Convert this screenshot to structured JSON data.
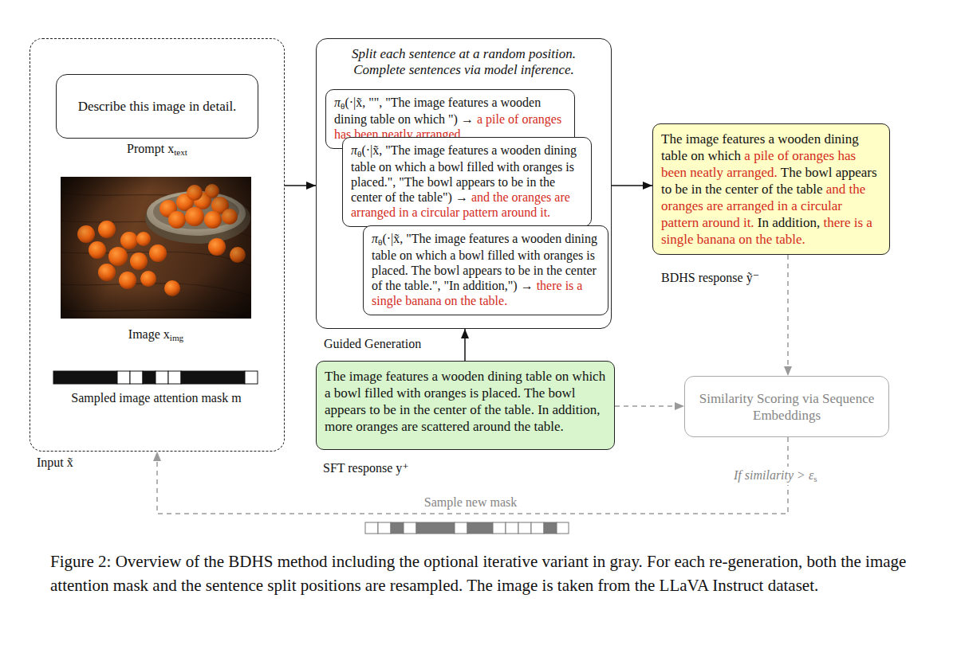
{
  "diagram": {
    "caption": "Figure 2: Overview of the BDHS method including the optional iterative variant in gray. For each re-generation, both the image attention mask and the sentence split positions are resampled. The image is taken from the LLaVA Instruct dataset.",
    "nodes": [
      {
        "text": [
          "Input x̃"
        ]
      },
      {
        "text": [
          "Describe this image in detail.",
          "Prompt x",
          "text"
        ],
        "in": 0
      },
      {
        "text": [
          "Split each sentence at a random position. Complete sentences via model inference.",
          "Guided Generation"
        ]
      },
      {
        "text": [
          "π",
          "θ",
          "(·|x̃, \"\", \"The image features a wooden dining table on which \") →",
          "a pile of oranges has been neatly arranged."
        ],
        "in": 2
      },
      {
        "text": [
          "π",
          "θ",
          "(·|x̃, \"The image features a wooden dining table on which a bowl filled with oranges is placed.\", \"The bowl appears to be in the center of the table\") →",
          "and the oranges are arranged in a circular pattern around it."
        ],
        "in": 2
      },
      {
        "text": [
          "π",
          "θ",
          "(·|x̃, \"The image features a wooden dining table on which a bowl filled with oranges is placed. The bowl appears to be in the center of the table.\", \"In addition,\") →",
          "there is a single banana on the table."
        ],
        "in": 2
      },
      {
        "text": [
          "The image features a wooden dining table on which",
          "a pile of oranges has been neatly arranged.",
          "The bowl appears to be in the center of the table",
          "and the oranges are arranged in a circular pattern around it.",
          "In addition,",
          "there is a single banana on the table.",
          "BDHS response ỹ⁻"
        ]
      },
      {
        "text": [
          "The image features a wooden dining table on which a bowl filled with oranges is placed. The bowl appears to be in the center of the table. In addition, more oranges are scattered around the table.",
          "SFT response y⁺"
        ]
      },
      {
        "text": [
          "Similarity Scoring via Sequence Embeddings"
        ]
      }
    ],
    "edges": [
      {
        "from": 0,
        "to": 2,
        "arrow": "to"
      },
      {
        "from": 2,
        "to": 6,
        "arrow": "to"
      },
      {
        "from": 7,
        "to": 2,
        "arrow": "to"
      },
      {
        "from": 7,
        "to": 8,
        "arrow": "to"
      },
      {
        "from": 6,
        "to": 8,
        "arrow": "to"
      },
      {
        "from": 8,
        "to": 0,
        "label": "Sample new mask",
        "arrow": "to"
      }
    ],
    "labels": [
      "Image x",
      "img",
      "Sampled image attention mask m",
      "If similarity > ε",
      "s"
    ]
  }
}
